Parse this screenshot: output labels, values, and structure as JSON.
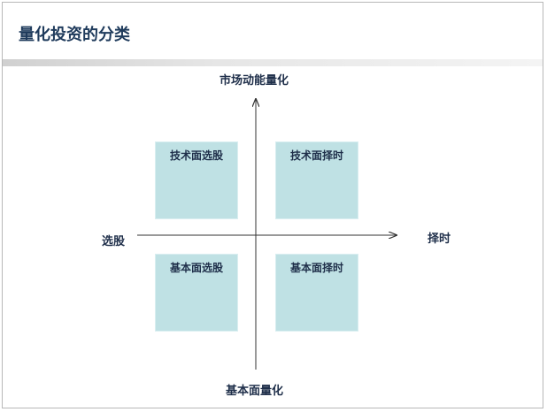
{
  "slide": {
    "title": "量化投资的分类"
  },
  "axes": {
    "top": "市场动能量化",
    "bottom": "基本面量化",
    "left": "选股",
    "right": "择时"
  },
  "quadrants": {
    "top_left": "技术面选股",
    "top_right": "技术面择时",
    "bottom_left": "基本面选股",
    "bottom_right": "基本面择时"
  },
  "colors": {
    "title": "#1f3b5c",
    "box_fill": "#bfe1e4",
    "axis": "#333333"
  }
}
